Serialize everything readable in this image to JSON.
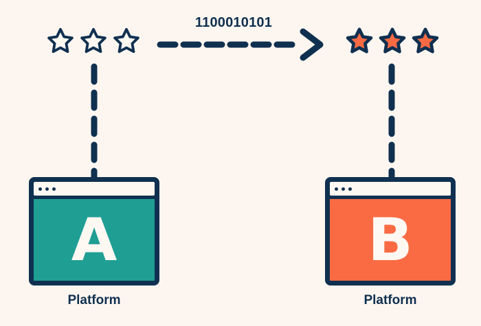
{
  "canvas": {
    "background_color": "#FDF6F0",
    "navy": "#103050",
    "teal": "#1F9E94",
    "orange": "#FA6B44",
    "white": "#FDF8F2"
  },
  "transfer": {
    "binary_label": "1100010101",
    "arrow_icon": "dashed-right-arrow-icon"
  },
  "ratings": {
    "before": {
      "label_name": "empty-star-rating",
      "count": 3,
      "filled": false,
      "fill_color": "#FDF8F2",
      "stroke_color": "#103050",
      "stars": [
        "star-outline-icon",
        "star-outline-icon",
        "star-outline-icon"
      ]
    },
    "after": {
      "label_name": "filled-star-rating",
      "count": 3,
      "filled": true,
      "fill_color": "#FA6B44",
      "stroke_color": "#103050",
      "stars": [
        "star-filled-icon",
        "star-filled-icon",
        "star-filled-icon"
      ]
    }
  },
  "platforms": [
    {
      "id": "a",
      "letter": "A",
      "caption": "Platform",
      "screen_color": "#1F9E94",
      "window_dots": 3
    },
    {
      "id": "b",
      "letter": "B",
      "caption": "Platform",
      "screen_color": "#FA6B44",
      "window_dots": 3
    }
  ]
}
